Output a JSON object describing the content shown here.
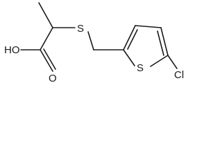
{
  "atoms": {
    "hydroxyl": "HO",
    "carbonyl_oxygen": "O",
    "thioether_sulfur": "S",
    "ring_sulfur": "S",
    "chlorine": "Cl"
  }
}
